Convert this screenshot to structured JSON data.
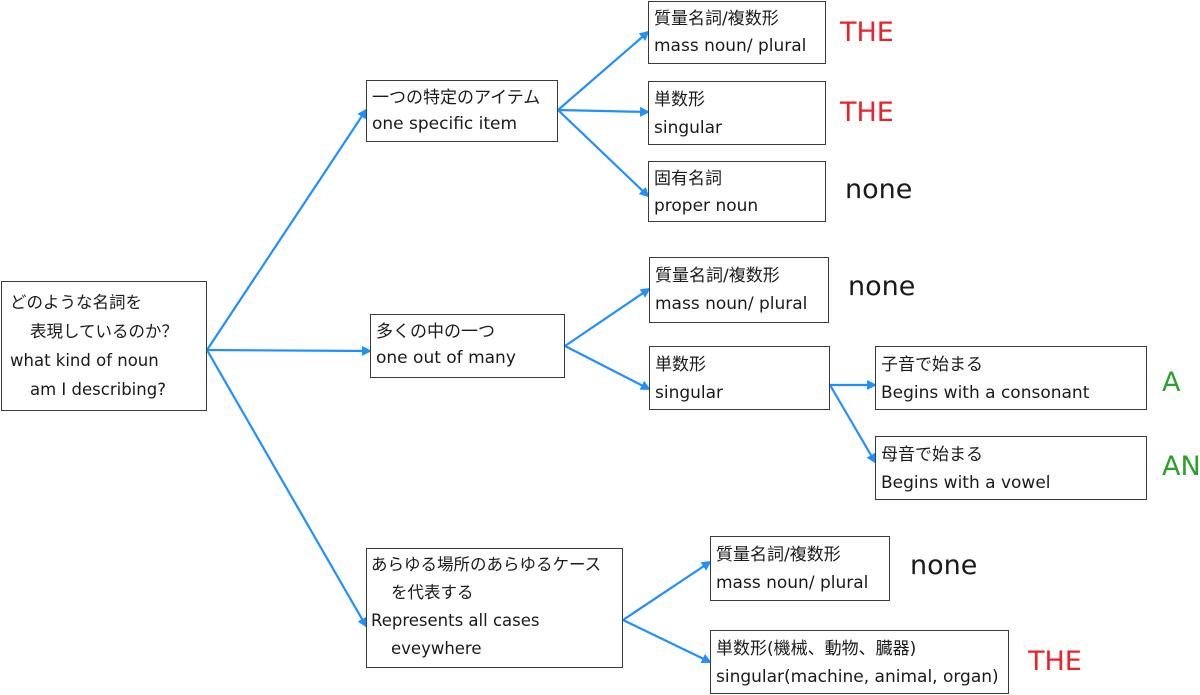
{
  "root": {
    "lines": [
      "どのような名詞を",
      "表現しているのか？",
      "what kind of noun",
      "am I describing?"
    ]
  },
  "level1": {
    "specific": {
      "lines": [
        "一つの特定のアイテム",
        "one specific item"
      ]
    },
    "one_of_many": {
      "lines": [
        "多くの中の一つ",
        "one out of many"
      ]
    },
    "all_cases": {
      "lines": [
        "あらゆる場所のあらゆるケース",
        "を代表する",
        "Represents all cases",
        "eveywhere"
      ]
    }
  },
  "level2": {
    "specific_mass": {
      "lines": [
        "質量名詞/複数形",
        "mass noun/ plural"
      ],
      "result": "THE"
    },
    "specific_singular": {
      "lines": [
        "単数形",
        "singular"
      ],
      "result": "THE"
    },
    "specific_proper": {
      "lines": [
        "固有名詞",
        "proper noun"
      ],
      "result": "none"
    },
    "many_mass": {
      "lines": [
        "質量名詞/複数形",
        "mass noun/ plural"
      ],
      "result": "none"
    },
    "many_singular": {
      "lines": [
        "単数形",
        "singular"
      ]
    },
    "all_mass": {
      "lines": [
        "質量名詞/複数形",
        "mass noun/ plural"
      ],
      "result": "none"
    },
    "all_singular": {
      "lines": [
        "単数形(機械、動物、臓器)",
        "singular(machine, animal, organ)"
      ],
      "result": "THE"
    }
  },
  "level3": {
    "consonant": {
      "lines": [
        "子音で始まる",
        "Begins with a consonant"
      ],
      "result": "A"
    },
    "vowel": {
      "lines": [
        "母音で始まる",
        "Begins with a vowel"
      ],
      "result": "AN"
    }
  },
  "colors": {
    "arrow": "#1e90ff",
    "result_the": "#e8232a",
    "result_a": "#2ca02c",
    "result_none": "#1a1a1a"
  }
}
